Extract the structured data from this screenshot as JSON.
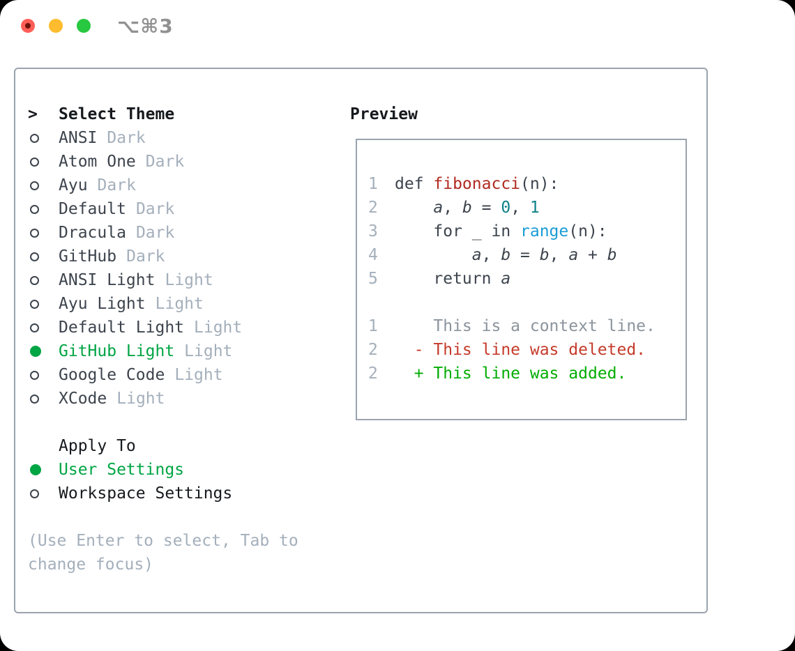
{
  "window": {
    "title": "⌥⌘3",
    "traffic_lights": [
      {
        "name": "close"
      },
      {
        "name": "minimize"
      },
      {
        "name": "zoom"
      }
    ]
  },
  "theme_picker": {
    "prompt": ">",
    "title": "Select Theme",
    "items": [
      {
        "name": "ANSI",
        "variant": "Dark",
        "selected": false
      },
      {
        "name": "Atom One",
        "variant": "Dark",
        "selected": false
      },
      {
        "name": "Ayu",
        "variant": "Dark",
        "selected": false
      },
      {
        "name": "Default",
        "variant": "Dark",
        "selected": false
      },
      {
        "name": "Dracula",
        "variant": "Dark",
        "selected": false
      },
      {
        "name": "GitHub",
        "variant": "Dark",
        "selected": false
      },
      {
        "name": "ANSI Light",
        "variant": "Light",
        "selected": false
      },
      {
        "name": "Ayu Light",
        "variant": "Light",
        "selected": false
      },
      {
        "name": "Default Light",
        "variant": "Light",
        "selected": false
      },
      {
        "name": "GitHub Light",
        "variant": "Light",
        "selected": true
      },
      {
        "name": "Google Code",
        "variant": "Light",
        "selected": false
      },
      {
        "name": "XCode",
        "variant": "Light",
        "selected": false
      }
    ]
  },
  "apply_to": {
    "title": "Apply To",
    "options": [
      {
        "label": "User Settings",
        "selected": true
      },
      {
        "label": "Workspace Settings",
        "selected": false
      }
    ]
  },
  "hint": "(Use Enter to select, Tab to change focus)",
  "preview": {
    "title": "Preview",
    "lines": [
      {
        "num": "1",
        "tokens": [
          [
            "plain",
            "def "
          ],
          [
            "fn",
            "fibonacci"
          ],
          [
            "plain",
            "(n):"
          ]
        ]
      },
      {
        "num": "2",
        "tokens": [
          [
            "plain",
            "    "
          ],
          [
            "var",
            "a"
          ],
          [
            "plain",
            ", "
          ],
          [
            "var",
            "b"
          ],
          [
            "plain",
            " = "
          ],
          [
            "tnum",
            "0"
          ],
          [
            "plain",
            ", "
          ],
          [
            "tnum",
            "1"
          ]
        ]
      },
      {
        "num": "3",
        "tokens": [
          [
            "plain",
            "    for _ in "
          ],
          [
            "builtin",
            "range"
          ],
          [
            "plain",
            "(n):"
          ]
        ]
      },
      {
        "num": "4",
        "tokens": [
          [
            "plain",
            "        "
          ],
          [
            "var",
            "a"
          ],
          [
            "plain",
            ", "
          ],
          [
            "var",
            "b"
          ],
          [
            "plain",
            " = "
          ],
          [
            "var",
            "b"
          ],
          [
            "plain",
            ", "
          ],
          [
            "var",
            "a"
          ],
          [
            "plain",
            " + "
          ],
          [
            "var",
            "b"
          ]
        ]
      },
      {
        "num": "5",
        "tokens": [
          [
            "plain",
            "    return "
          ],
          [
            "var",
            "a"
          ]
        ]
      },
      {
        "num": "",
        "tokens": []
      },
      {
        "num": "1",
        "tokens": [
          [
            "ctx",
            "    This is a context line."
          ]
        ]
      },
      {
        "num": "2",
        "tokens": [
          [
            "del",
            "  - This line was deleted."
          ]
        ]
      },
      {
        "num": "2",
        "tokens": [
          [
            "add",
            "  + This line was added."
          ]
        ]
      }
    ]
  },
  "colors": {
    "accent_green": "#00a544",
    "added_green": "#01ad01",
    "deleted_red": "#c53b2b",
    "function_red": "#b02b20",
    "number_teal": "#0e8088",
    "builtin_blue": "#1a9cd6",
    "muted_gray": "#a4afbb",
    "context_gray": "#8b949d",
    "text_dark": "#3d444d",
    "heading_black": "#16191d",
    "border_gray": "#9aa3ad",
    "titlebar_gray": "#919191",
    "traffic_red": "#ff5f57",
    "traffic_yellow": "#febc2e",
    "traffic_green": "#28c840"
  }
}
